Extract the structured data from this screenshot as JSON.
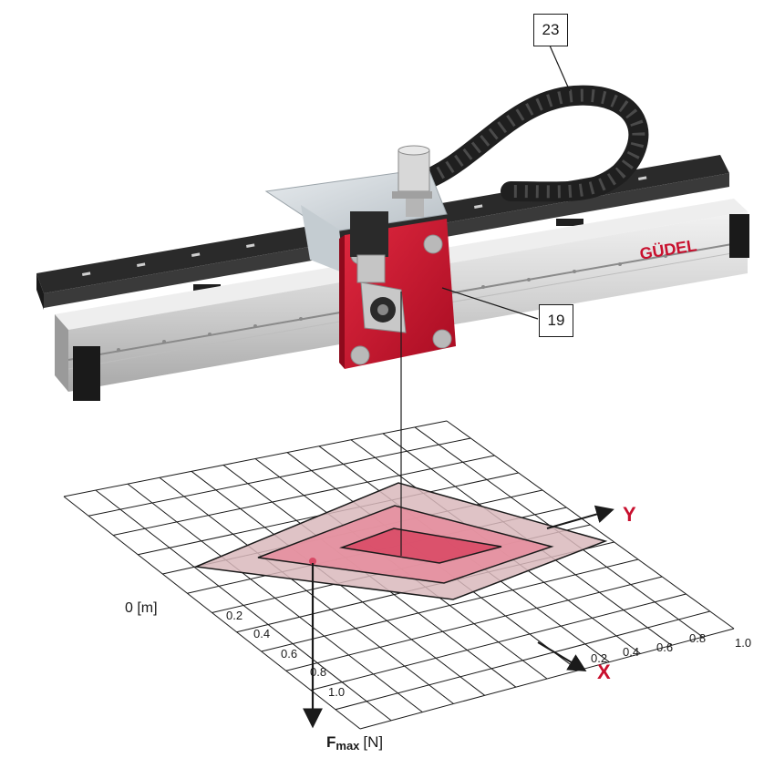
{
  "callouts": {
    "cable_chain": "23",
    "carriage": "19"
  },
  "brand": {
    "text": "GÜDEL",
    "color": "#c8102e"
  },
  "axes": {
    "y_label": "Y",
    "x_label": "X",
    "origin": "0 [m]",
    "force_symbol": "F",
    "force_subscript": "max",
    "force_unit": "[N]",
    "label_color": "#c8102e",
    "x_ticks": [
      "0.2",
      "0.4",
      "0.6",
      "0.8",
      "1.0"
    ],
    "y_ticks": [
      "0.2",
      "0.4",
      "0.6",
      "0.8",
      "1.0"
    ]
  },
  "colors": {
    "carriage_red": "#c8102e",
    "rail_gray": "#d9d9d9",
    "chain_black": "#1f1f1f",
    "region_outer": "#d9b8bc",
    "region_mid": "#e58f9f",
    "region_inner": "#d94a66"
  }
}
